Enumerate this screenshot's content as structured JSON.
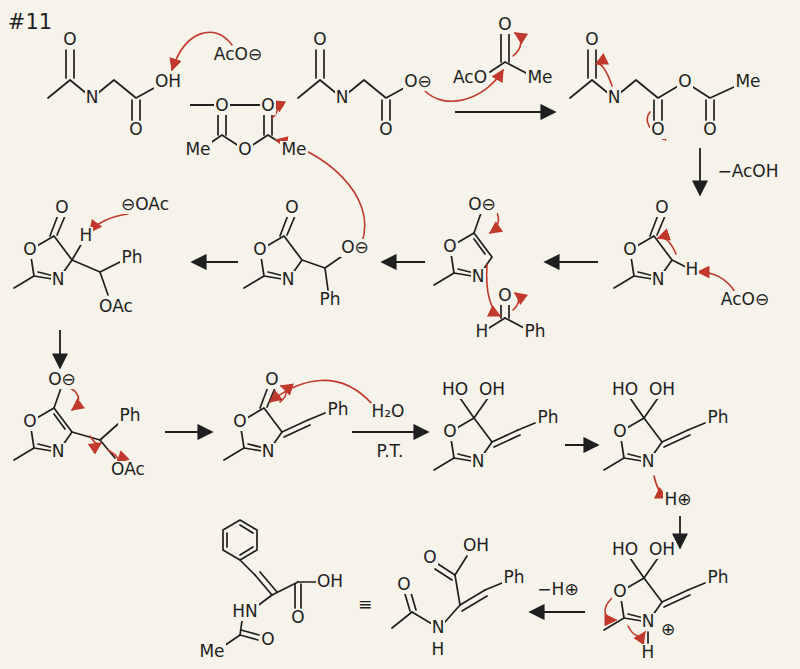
{
  "diagram": {
    "labels": [
      "#11",
      "O",
      "N",
      "O",
      "OH",
      "AcO⊖",
      "O",
      "N",
      "O",
      "O⊖",
      "AcO",
      "O",
      "Me",
      "O",
      "N",
      "O",
      "O",
      "O",
      "Me",
      "−AcOH",
      "O",
      "O",
      "H",
      "N",
      "AcO⊖",
      "O",
      "O⊖",
      "N",
      "H",
      "O",
      "Ph",
      "Me",
      "O",
      "O",
      "O",
      "Me",
      "O",
      "O",
      "N",
      "O⊖",
      "Ph",
      "O",
      "O",
      "H",
      "Ph",
      "⊖OAc",
      "N",
      "OAc",
      "O",
      "O⊖",
      "Ph",
      "N",
      "OAc",
      "O",
      "O",
      "Ph",
      "N",
      "H₂O",
      "P.T.",
      "HO",
      "OH",
      "Ph",
      "O",
      "N",
      "HO",
      "OH",
      "Ph",
      "O",
      "N",
      "H⊕",
      "HO",
      "OH",
      "Ph",
      "O",
      "N",
      "⊕",
      "H",
      "−H⊕",
      "OH",
      "O",
      "Ph",
      "O",
      "N",
      "H",
      "≡",
      "HN",
      "O",
      "Me",
      "OH",
      "O"
    ]
  }
}
